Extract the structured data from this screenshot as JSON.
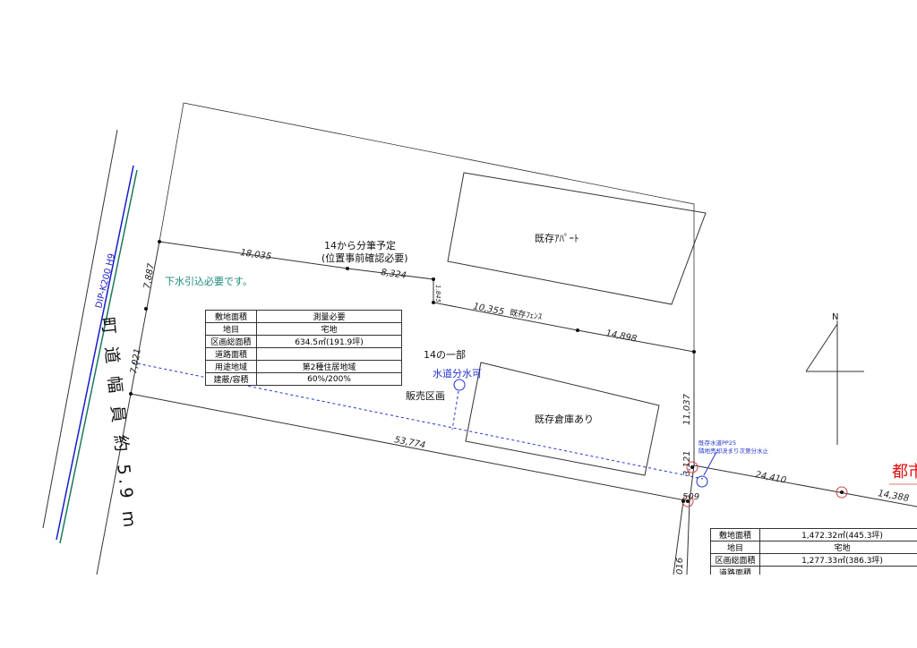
{
  "road": {
    "pipe_label": "DIP-K200 H9",
    "road_width_label": "町 道 幅 員 約 5.9 m"
  },
  "dimensions": {
    "d_18035": "18,035",
    "d_8324": "8,324",
    "d_1845": "1.845",
    "d_10355": "10,355",
    "d_14898": "14,898",
    "d_7887": "7,887",
    "d_7021": "7,021",
    "d_53774": "53,774",
    "d_11037": "11,037",
    "d_3121": "3,121",
    "d_509": "509",
    "d_24410": "24,410",
    "d_14388": "14,388",
    "d_016": "016"
  },
  "notes": {
    "split_plan_line1": "14から分筆予定",
    "split_plan_line2": "(位置事前確認必要)",
    "sewer_required": "下水引込必要です。",
    "existing_fence": "既存ﾌｪﾝｽ",
    "part_of_14": "14の一部",
    "water_branch_ok": "水道分水可",
    "sale_lot": "販売区画",
    "existing_apartment": "既存ｱﾊﾟｰﾄ",
    "existing_warehouse": "既存倉庫あり",
    "existing_water_line1": "既存水道PP25",
    "existing_water_line2": "隣地売却決まり次第分水止",
    "city_label": "都市",
    "north": "N"
  },
  "table_sale_lot": [
    [
      "敷地面積",
      "測量必要"
    ],
    [
      "地目",
      "宅地"
    ],
    [
      "区画総面積",
      "634.5㎡(191.9坪)"
    ],
    [
      "道路面積",
      ""
    ],
    [
      "用途地域",
      "第2種住居地域"
    ],
    [
      "建蔽/容積",
      "60%/200%"
    ]
  ],
  "table_total": [
    [
      "敷地面積",
      "1,472.32㎡(445.3坪)"
    ],
    [
      "地目",
      "宅地"
    ],
    [
      "区画総面積",
      "1,277.33㎡(386.3坪)"
    ],
    [
      "道路面積",
      ""
    ]
  ],
  "colors": {
    "line": "#333333",
    "pipe_blue": "#1a1acc",
    "pipe_green": "#1a7a5a",
    "note_teal": "#1a8a7a",
    "water_blue": "#2233cc",
    "marker_red": "#cc4444",
    "city_red": "#e01010"
  }
}
